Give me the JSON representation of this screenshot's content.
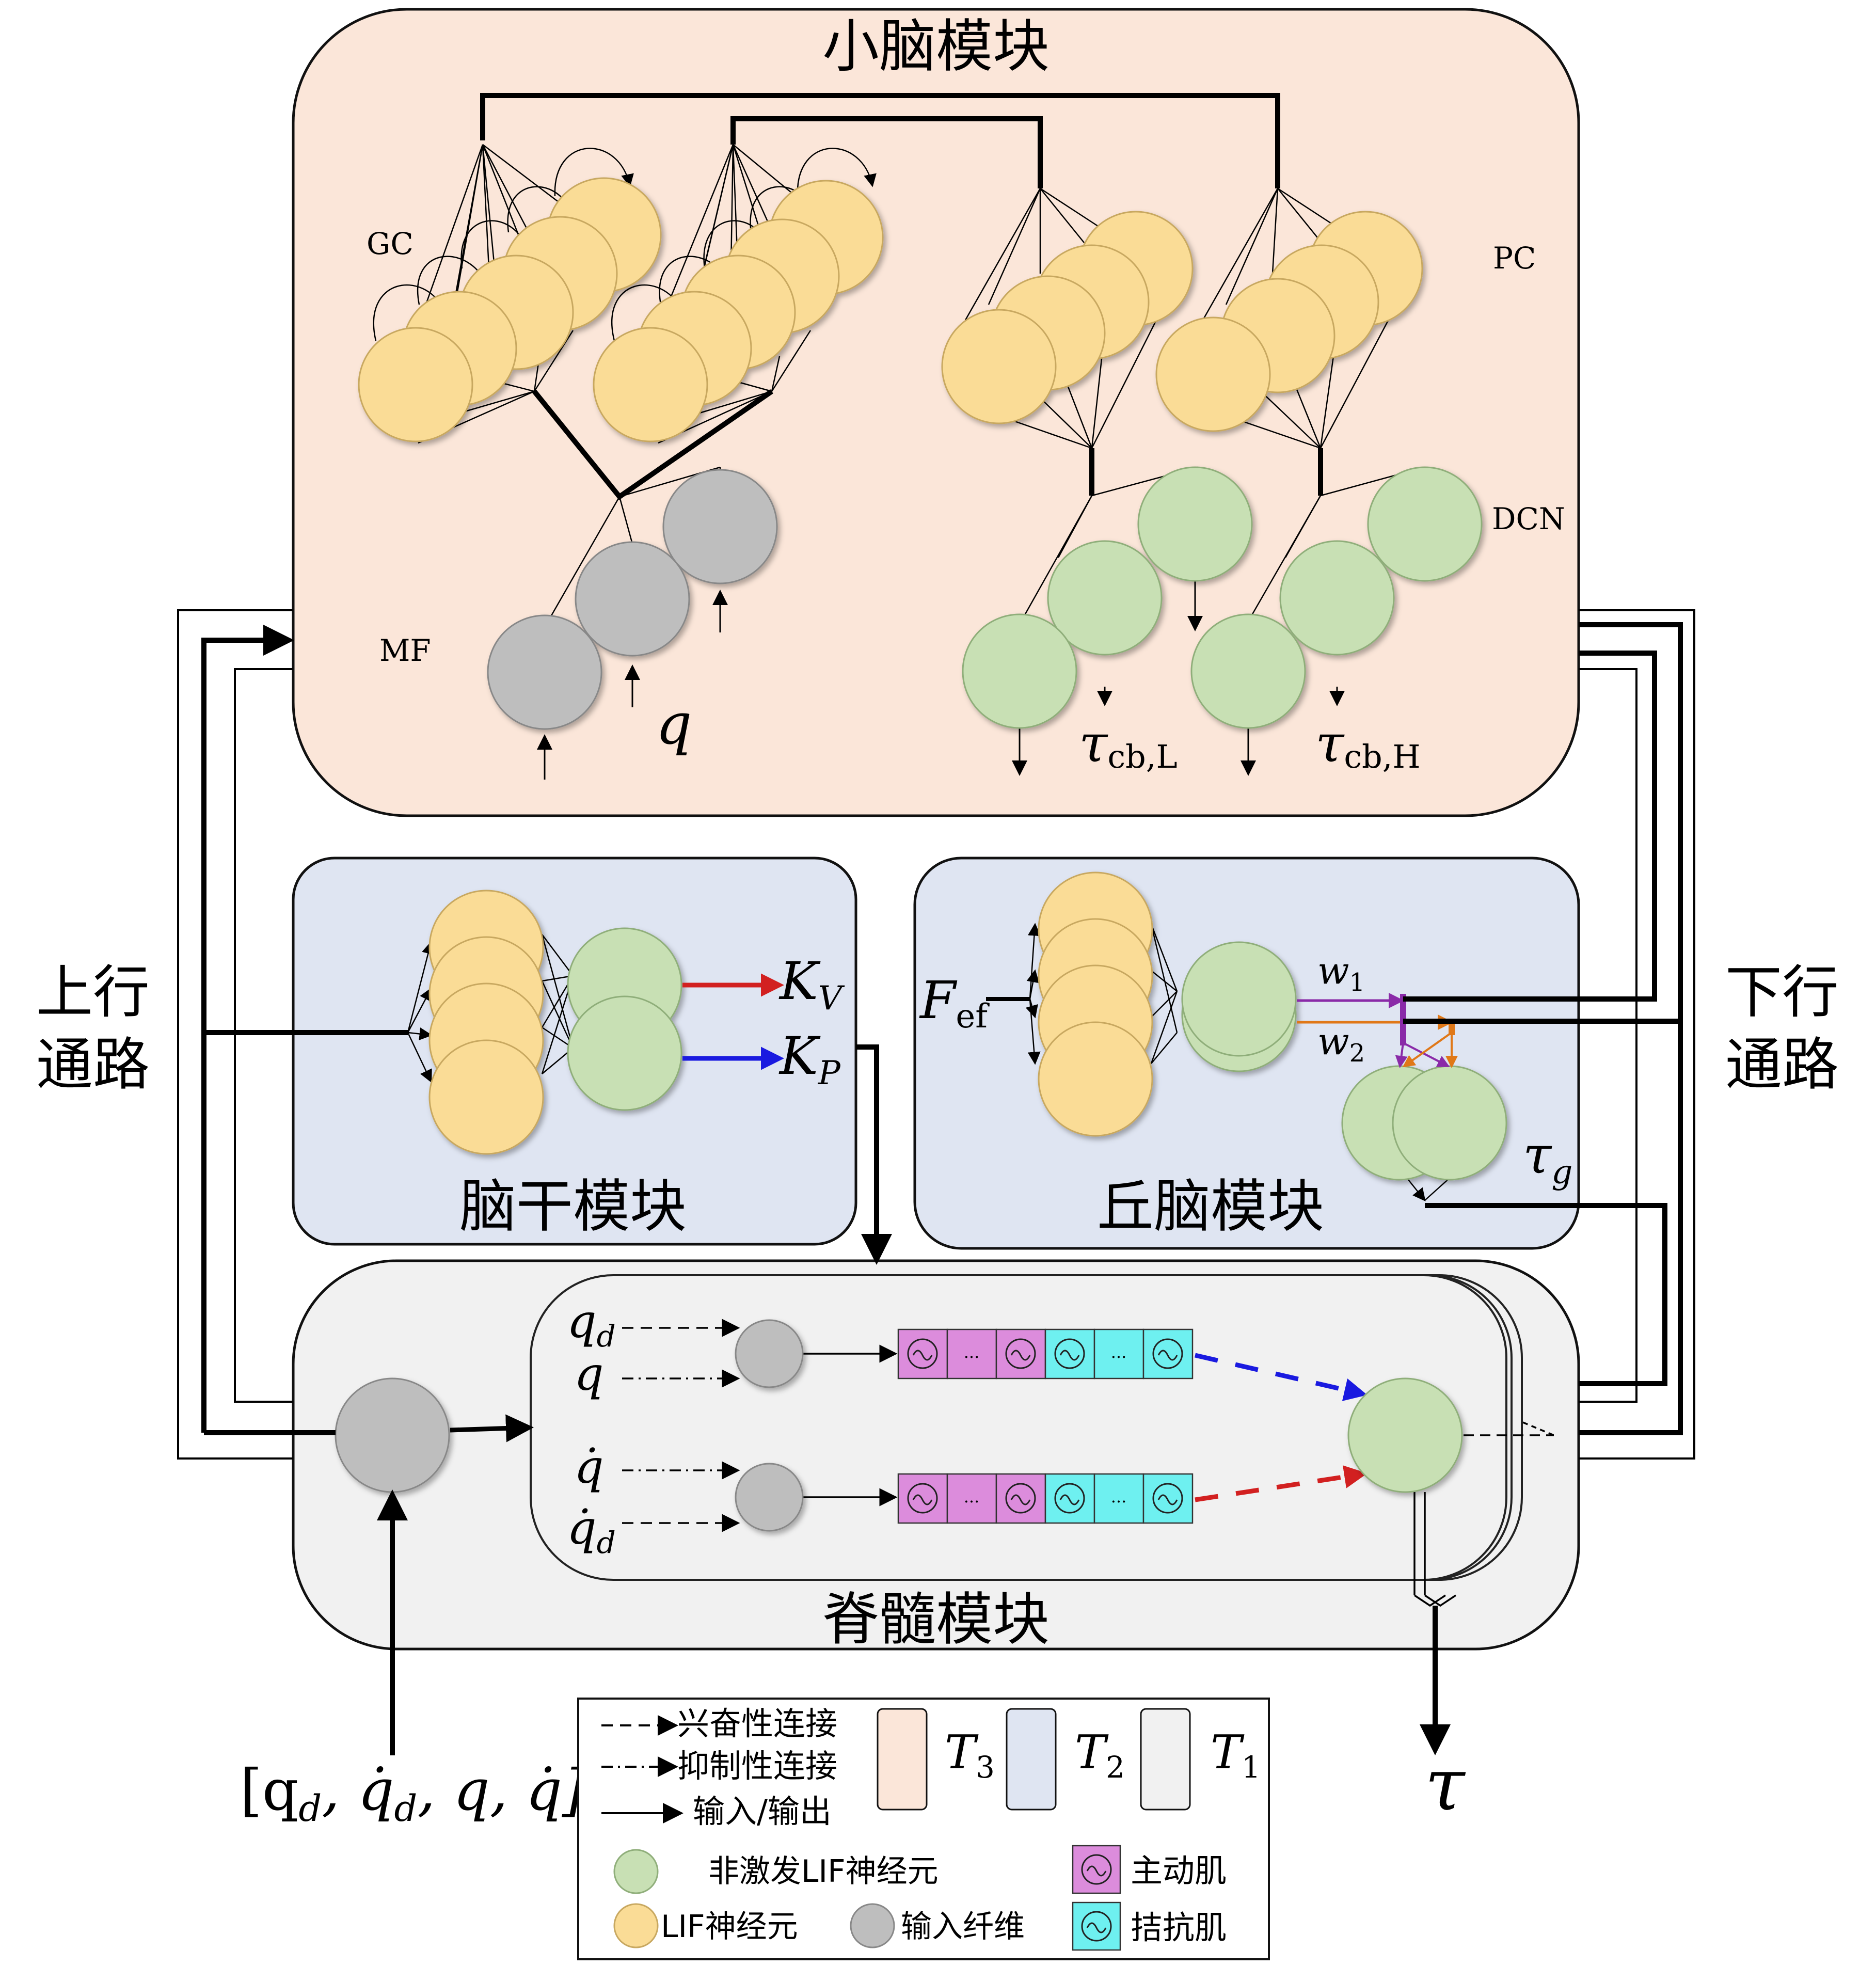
{
  "modules": {
    "cerebellum": {
      "title": "小脑模块",
      "gc": "GC",
      "pc": "PC",
      "dcn": "DCN",
      "mf": "MF",
      "q": "q",
      "tau_cb_l": "τ",
      "tau_cb_l_sub": "cb,L",
      "tau_cb_h": "τ",
      "tau_cb_h_sub": "cb,H"
    },
    "brainstem": {
      "title": "脑干模块",
      "kv": "K",
      "kv_sub": "V",
      "kp": "K",
      "kp_sub": "P"
    },
    "diencephalon": {
      "title": "丘脑模块",
      "fef": "F",
      "fef_sub": "ef",
      "w1": "w",
      "w1_sub": "1",
      "w2": "w",
      "w2_sub": "2",
      "tau_g": "τ",
      "tau_g_sub": "g"
    },
    "spinal": {
      "title": "脊髓模块",
      "qd": "q",
      "qd_sub": "d",
      "q": "q",
      "qdot": "q̇",
      "qdot_d": "q̇",
      "qdot_d_sub": "d",
      "ellipsis": "..."
    }
  },
  "pathways": {
    "ascending_line1": "上行",
    "ascending_line2": "通路",
    "descending_line1": "下行",
    "descending_line2": "通路"
  },
  "io": {
    "input_vector": "[q",
    "input_sub_d": "d",
    "input_mid": ", q̇",
    "input_sub_d2": "d",
    "input_end": ", q, q̇]",
    "output": "τ"
  },
  "legend": {
    "excitatory": "兴奋性连接",
    "inhibitory": "抑制性连接",
    "io": "输入/输出",
    "nonspiking": "非激发LIF神经元",
    "lif": "LIF神经元",
    "input_fiber": "输入纤维",
    "agonist": "主动肌",
    "antagonist": "拮抗肌",
    "t3": "T",
    "t3_sub": "3",
    "t2": "T",
    "t2_sub": "2",
    "t1": "T",
    "t1_sub": "1"
  },
  "colors": {
    "cerebellum_bg": "#fbe6d9",
    "mid_bg": "#dfe5f2",
    "spinal_bg": "#f1f1f1",
    "lif": "#fadc96",
    "nonspiking": "#c8e0b4",
    "input_fiber": "#bebebe",
    "agonist": "#dc8cdc",
    "antagonist": "#6ef0f0",
    "red": "#d22020",
    "blue": "#1a1ae0",
    "purple": "#8a2aa8",
    "orange": "#e07818"
  }
}
